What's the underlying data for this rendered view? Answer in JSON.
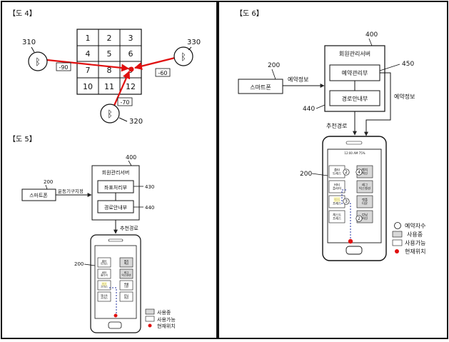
{
  "fig4": {
    "title": "【도 4】",
    "grid": [
      "1",
      "2",
      "3",
      "4",
      "5",
      "6",
      "7",
      "8",
      "9",
      "10",
      "11",
      "12"
    ],
    "beacons": [
      {
        "ref": "310",
        "rssi": "-90"
      },
      {
        "ref": "330",
        "rssi": "-60"
      },
      {
        "ref": "320",
        "rssi": "-70"
      }
    ]
  },
  "fig5": {
    "title": "【도 5】",
    "server": {
      "ref": "400",
      "title": "회원관리서버",
      "box1": "좌표처리부",
      "box1_ref": "430",
      "box2": "경로안내부",
      "box2_ref": "440"
    },
    "phone": {
      "ref": "200",
      "label": "스마트폰"
    },
    "edge_phone_server": "운동기구지정",
    "edge_route": "추천경로",
    "apps": [
      "출타 트레스",
      "벤치 맥신",
      "버터 플라이",
      "레그 익스텐션",
      "벤치 프레스",
      "랫풀 다운",
      "체스트 프레스",
      "런닝 머신"
    ],
    "legend": [
      {
        "label": "사용중",
        "marker": "box-gray"
      },
      {
        "label": "사용가능",
        "marker": "box-white"
      },
      {
        "label": "현재위치",
        "marker": "dot-red"
      }
    ]
  },
  "fig6": {
    "title": "【도 6】",
    "server": {
      "ref": "400",
      "title": "회원관리서버",
      "box1": "예약관리부",
      "box1_ref": "450",
      "box2": "경로안내부",
      "box2_ref": "440"
    },
    "phone": {
      "ref": "200",
      "label": "스마트폰"
    },
    "edge_phone_server": "예약정보",
    "edge_server_phone": "예약정보",
    "edge_route": "추천경로",
    "apps": [
      "출타 트레스",
      "벤치 맥신",
      "버터 플라이",
      "레그 익스텐션",
      "벤치 프레스",
      "랫풀 다운",
      "체스트 프레스",
      "런닝 머신"
    ],
    "reservation_counts": [
      "2",
      "4",
      "3",
      "2"
    ],
    "legend": [
      {
        "label": "예약자수",
        "marker": "circle"
      },
      {
        "label": "사용중",
        "marker": "box-gray"
      },
      {
        "label": "사용가능",
        "marker": "box-white"
      },
      {
        "label": "현재위치",
        "marker": "dot-red"
      }
    ]
  },
  "colors": {
    "route_red": "#e01010",
    "route_blue": "#2030a0",
    "in_use": "#d8d8d8",
    "current": "#e01010"
  }
}
